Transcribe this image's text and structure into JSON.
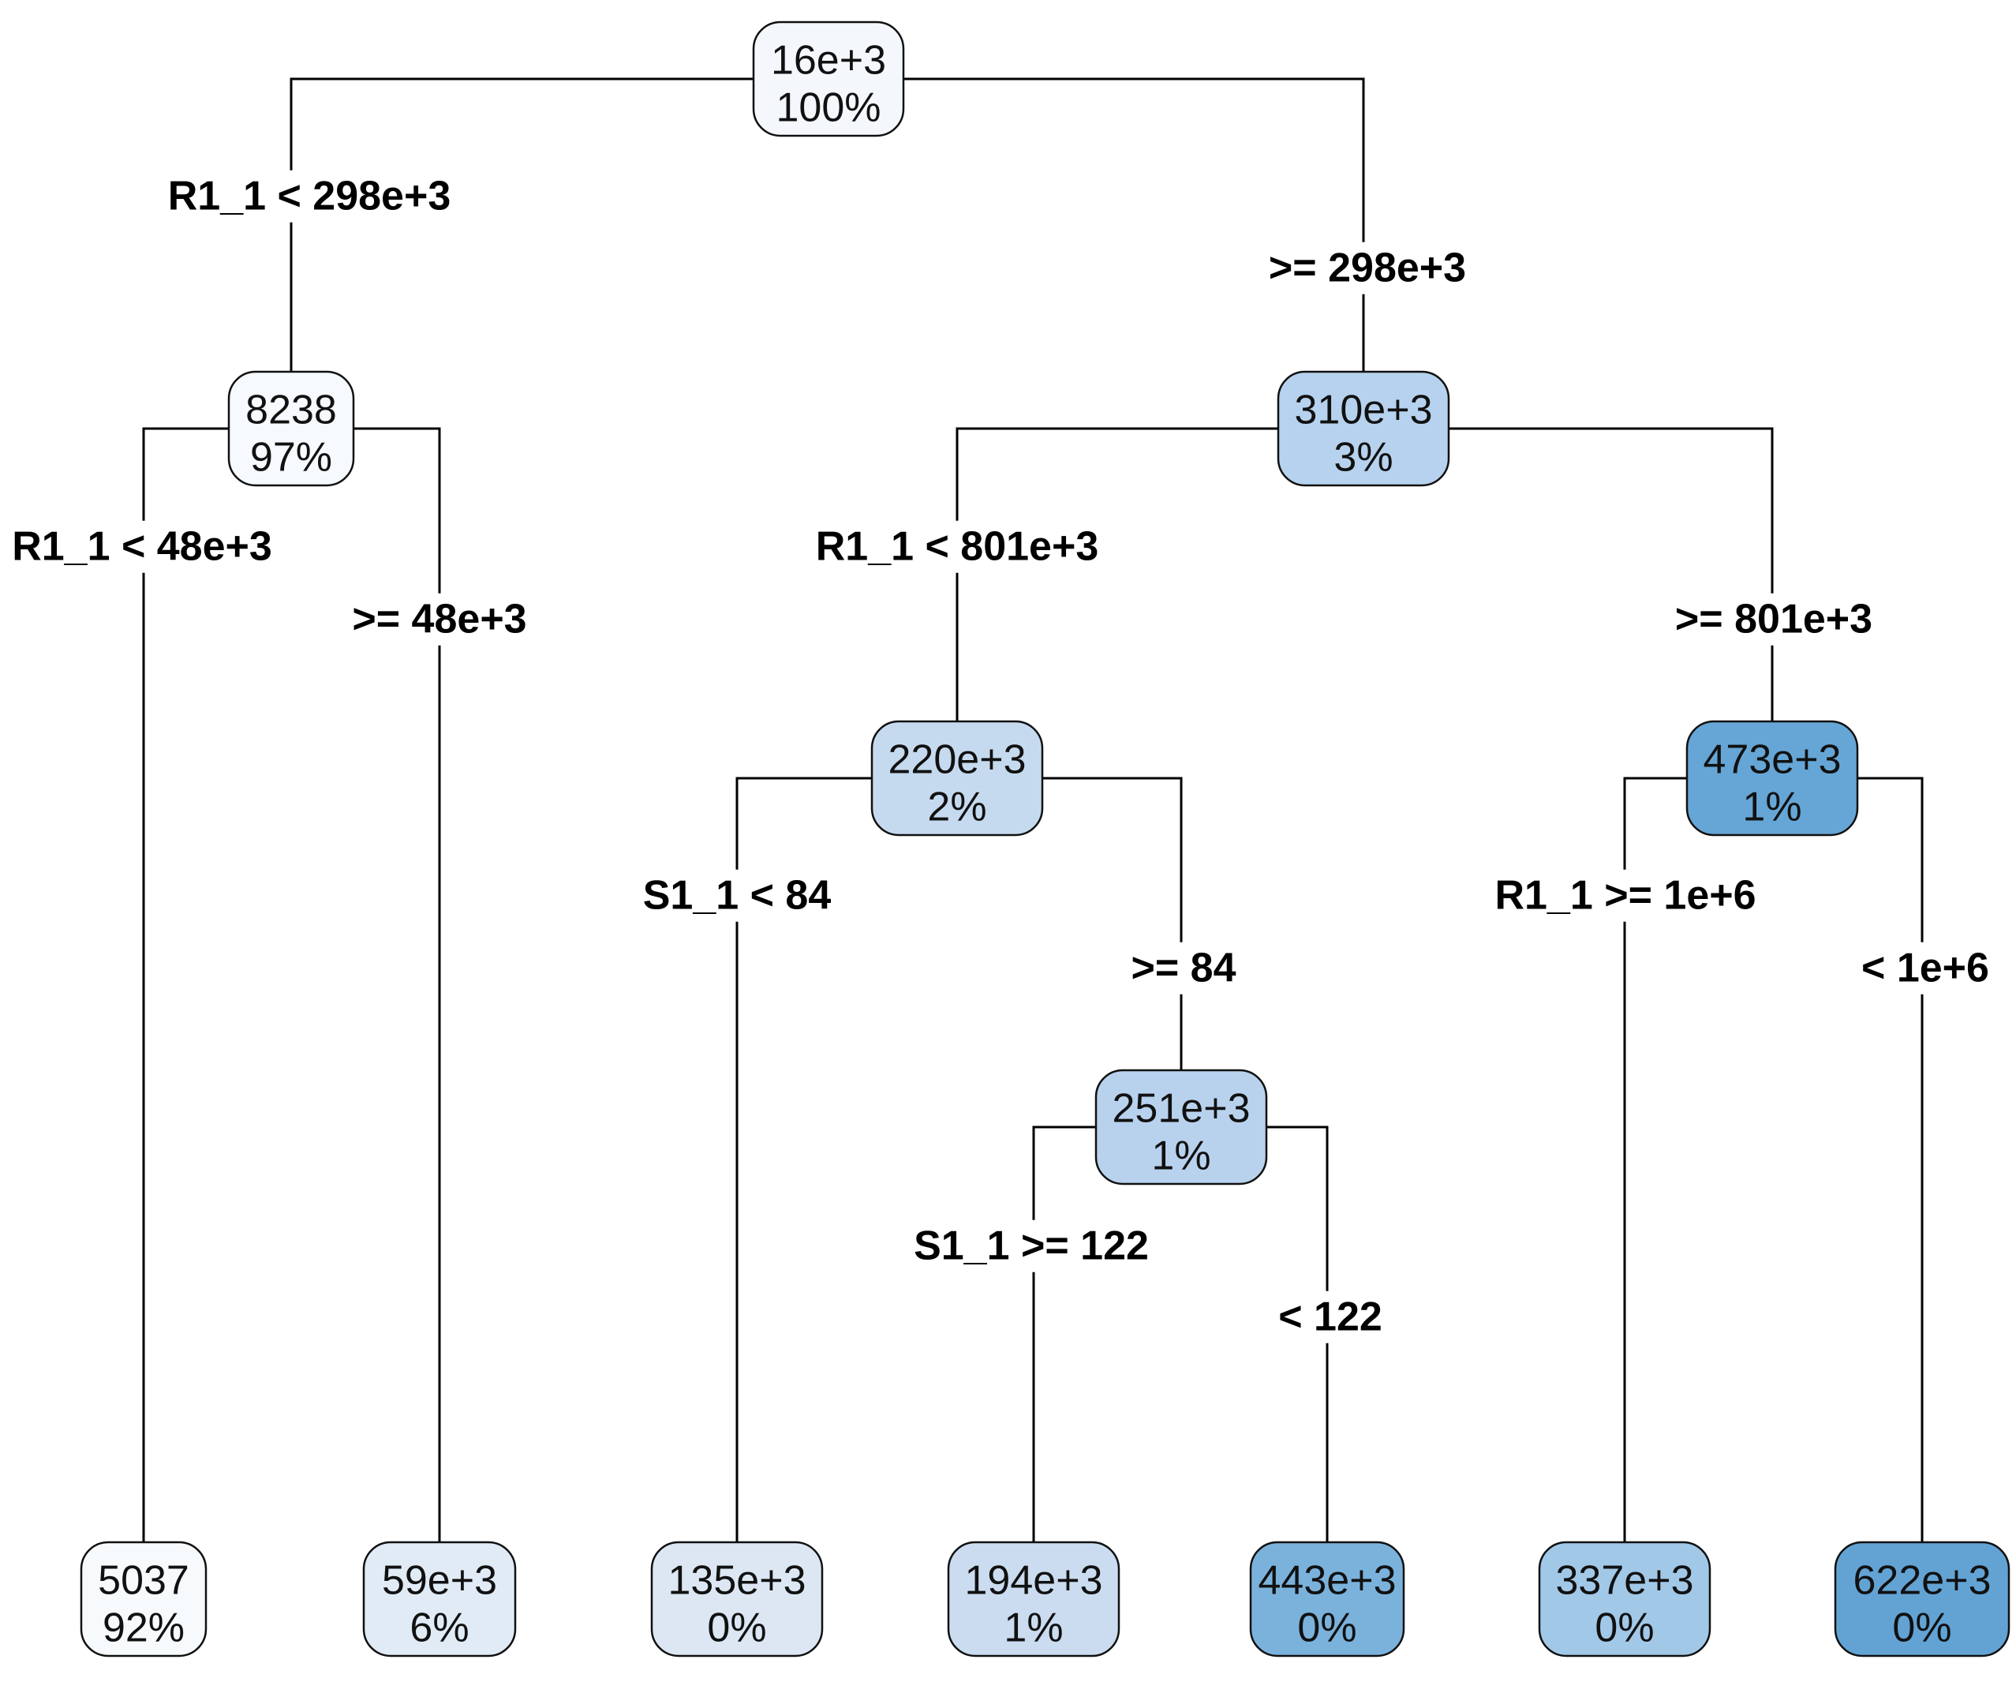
{
  "nodes": [
    {
      "id": "n1",
      "value": "16e+3",
      "percent": "100%",
      "color": "#f4f8fd"
    },
    {
      "id": "n2",
      "value": "8238",
      "percent": "97%",
      "color": "#f6f9fd"
    },
    {
      "id": "n3",
      "value": "310e+3",
      "percent": "3%",
      "color": "#b6d2ee"
    },
    {
      "id": "n4",
      "value": "5037",
      "percent": "92%",
      "color": "#f7fafd"
    },
    {
      "id": "n5",
      "value": "59e+3",
      "percent": "6%",
      "color": "#e1ebf6"
    },
    {
      "id": "n6",
      "value": "220e+3",
      "percent": "2%",
      "color": "#c6daef"
    },
    {
      "id": "n7",
      "value": "473e+3",
      "percent": "1%",
      "color": "#66a6d6"
    },
    {
      "id": "n8",
      "value": "135e+3",
      "percent": "0%",
      "color": "#dce7f3"
    },
    {
      "id": "n9",
      "value": "251e+3",
      "percent": "1%",
      "color": "#b8d2ee"
    },
    {
      "id": "n10",
      "value": "194e+3",
      "percent": "1%",
      "color": "#cbdcf0"
    },
    {
      "id": "n11",
      "value": "443e+3",
      "percent": "0%",
      "color": "#7ab2dc"
    },
    {
      "id": "n12",
      "value": "337e+3",
      "percent": "0%",
      "color": "#a2c8e8"
    },
    {
      "id": "n13",
      "value": "622e+3",
      "percent": "0%",
      "color": "#62a3d4"
    }
  ],
  "splits": [
    {
      "id": "s1",
      "text": "R1_1 < 298e+3"
    },
    {
      "id": "s2",
      "text": ">= 298e+3"
    },
    {
      "id": "s3",
      "text": "R1_1 < 48e+3"
    },
    {
      "id": "s4",
      "text": ">= 48e+3"
    },
    {
      "id": "s5",
      "text": "R1_1 < 801e+3"
    },
    {
      "id": "s6",
      "text": ">= 801e+3"
    },
    {
      "id": "s7",
      "text": "S1_1 < 84"
    },
    {
      "id": "s8",
      "text": ">= 84"
    },
    {
      "id": "s9",
      "text": "R1_1 >= 1e+6"
    },
    {
      "id": "s10",
      "text": "< 1e+6"
    },
    {
      "id": "s11",
      "text": "S1_1 >= 122"
    },
    {
      "id": "s12",
      "text": "< 122"
    }
  ]
}
